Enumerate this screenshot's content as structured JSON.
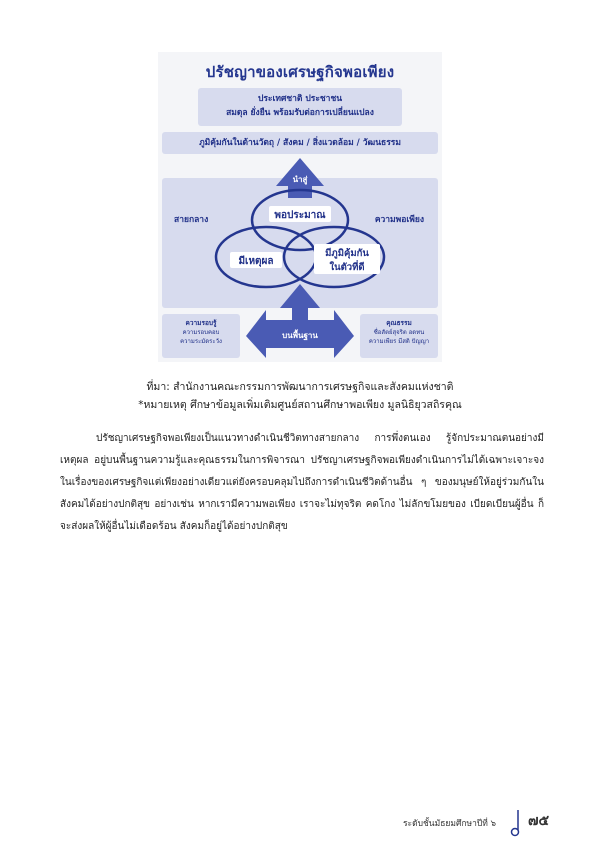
{
  "figure": {
    "title": "ปรัชญาของเศรษฐกิจพอเพียง",
    "top_box": {
      "line1": "ประเทศชาติ ประชาชน",
      "line2": "สมดุล ยั่งยืน พร้อมรับต่อการเปลี่ยนแปลง"
    },
    "immunity_box": "ภูมิคุ้มกันในด้านวัตถุ / สังคม / สิ่งแวดล้อม / วัฒนธรรม",
    "lead_to": "นำสู่",
    "middle_way": "สายกลาง",
    "sufficiency": "ความพอเพียง",
    "circle_moderation": "พอประมาณ",
    "circle_reason": "มีเหตุผล",
    "circle_immunity_line1": "มีภูมิคุ้มกัน",
    "circle_immunity_line2": "ในตัวที่ดี",
    "foundation": "บนพื้นฐาน",
    "knowledge_box": {
      "head": "ความรอบรู้",
      "line1": "ความรอบคอบ",
      "line2": "ความระมัดระวัง"
    },
    "virtue_box": {
      "head": "คุณธรรม",
      "line1": "ซื่อสัตย์สุจริต อดทน",
      "line2": "ความเพียร มีสติ ปัญญา"
    },
    "colors": {
      "title": "#24368f",
      "box": "#d7dbee",
      "arrow": "#4a5bb4",
      "circle_stroke": "#24368f"
    }
  },
  "caption": {
    "source": "ที่มา: สำนักงานคณะกรรมการพัฒนาการเศรษฐกิจและสังคมแห่งชาติ",
    "note": "*หมายเหตุ ศึกษาข้อมูลเพิ่มเติมศูนย์สถานศึกษาพอเพียง มูลนิธิยุวสถิรคุณ"
  },
  "body": {
    "paragraph": "ปรัชญาเศรษฐกิจพอเพียงเป็นแนวทางดำเนินชีวิตทางสายกลาง การพึ่งตนเอง รู้จักประมาณตนอย่างมีเหตุผล อยู่บนพื้นฐานความรู้และคุณธรรมในการพิจารณา ปรัชญาเศรษฐกิจพอเพียงดำเนินการไม่ได้เฉพาะเจาะจงในเรื่องของเศรษฐกิจแต่เพียงอย่างเดียวแต่ยังครอบคลุมไปถึงการดำเนินชีวิตด้านอื่น ๆ ของมนุษย์ให้อยู่ร่วมกันในสังคมได้อย่างปกติสุข อย่างเช่น หากเรามีความพอเพียง เราจะไม่ทุจริต คดโกง ไม่ลักขโมยของ เบียดเบียนผู้อื่น ก็จะส่งผลให้ผู้อื่นไม่เดือดร้อน สังคมก็อยู่ได้อย่างปกติสุข"
  },
  "footer": {
    "label": "ระดับชั้นมัธยมศึกษาปีที่ ๖",
    "page": "๗๕"
  }
}
